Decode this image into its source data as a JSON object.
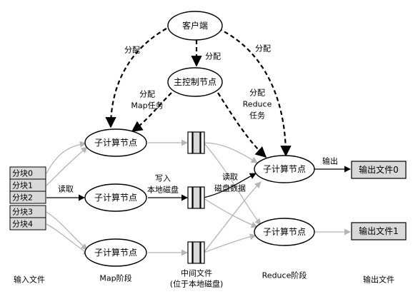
{
  "nodes": {
    "client": "客户端",
    "master": "主控制节点",
    "worker_map_top": "子计算节点",
    "worker_map_mid": "子计算节点",
    "worker_map_bot": "子计算节点",
    "worker_reduce_top": "子计算节点",
    "worker_reduce_bot": "子计算节点"
  },
  "labels": {
    "assign_left": "分配",
    "assign_mid": "分配",
    "assign_right": "分配",
    "assign_map_line1": "分配",
    "assign_map_line2": "Map任务",
    "assign_reduce_line1": "分配",
    "assign_reduce_line2": "Reduce",
    "assign_reduce_line3": "任务",
    "read": "读取",
    "write_line1": "写入",
    "write_line2": "本地磁盘",
    "remote_read_line1": "读取",
    "remote_read_line2": "磁盘数据",
    "output": "输出"
  },
  "splits": [
    "分块0",
    "分块1",
    "分块2",
    "分块3",
    "分块4"
  ],
  "outputs": [
    "输出文件0",
    "输出文件1"
  ],
  "footer": {
    "input_files": "输入文件",
    "map_phase": "Map阶段",
    "intermediate_line1": "中间文件",
    "intermediate_line2": "(位于本地磁盘)",
    "reduce_phase": "Reduce阶段",
    "output_files": "输出文件"
  }
}
